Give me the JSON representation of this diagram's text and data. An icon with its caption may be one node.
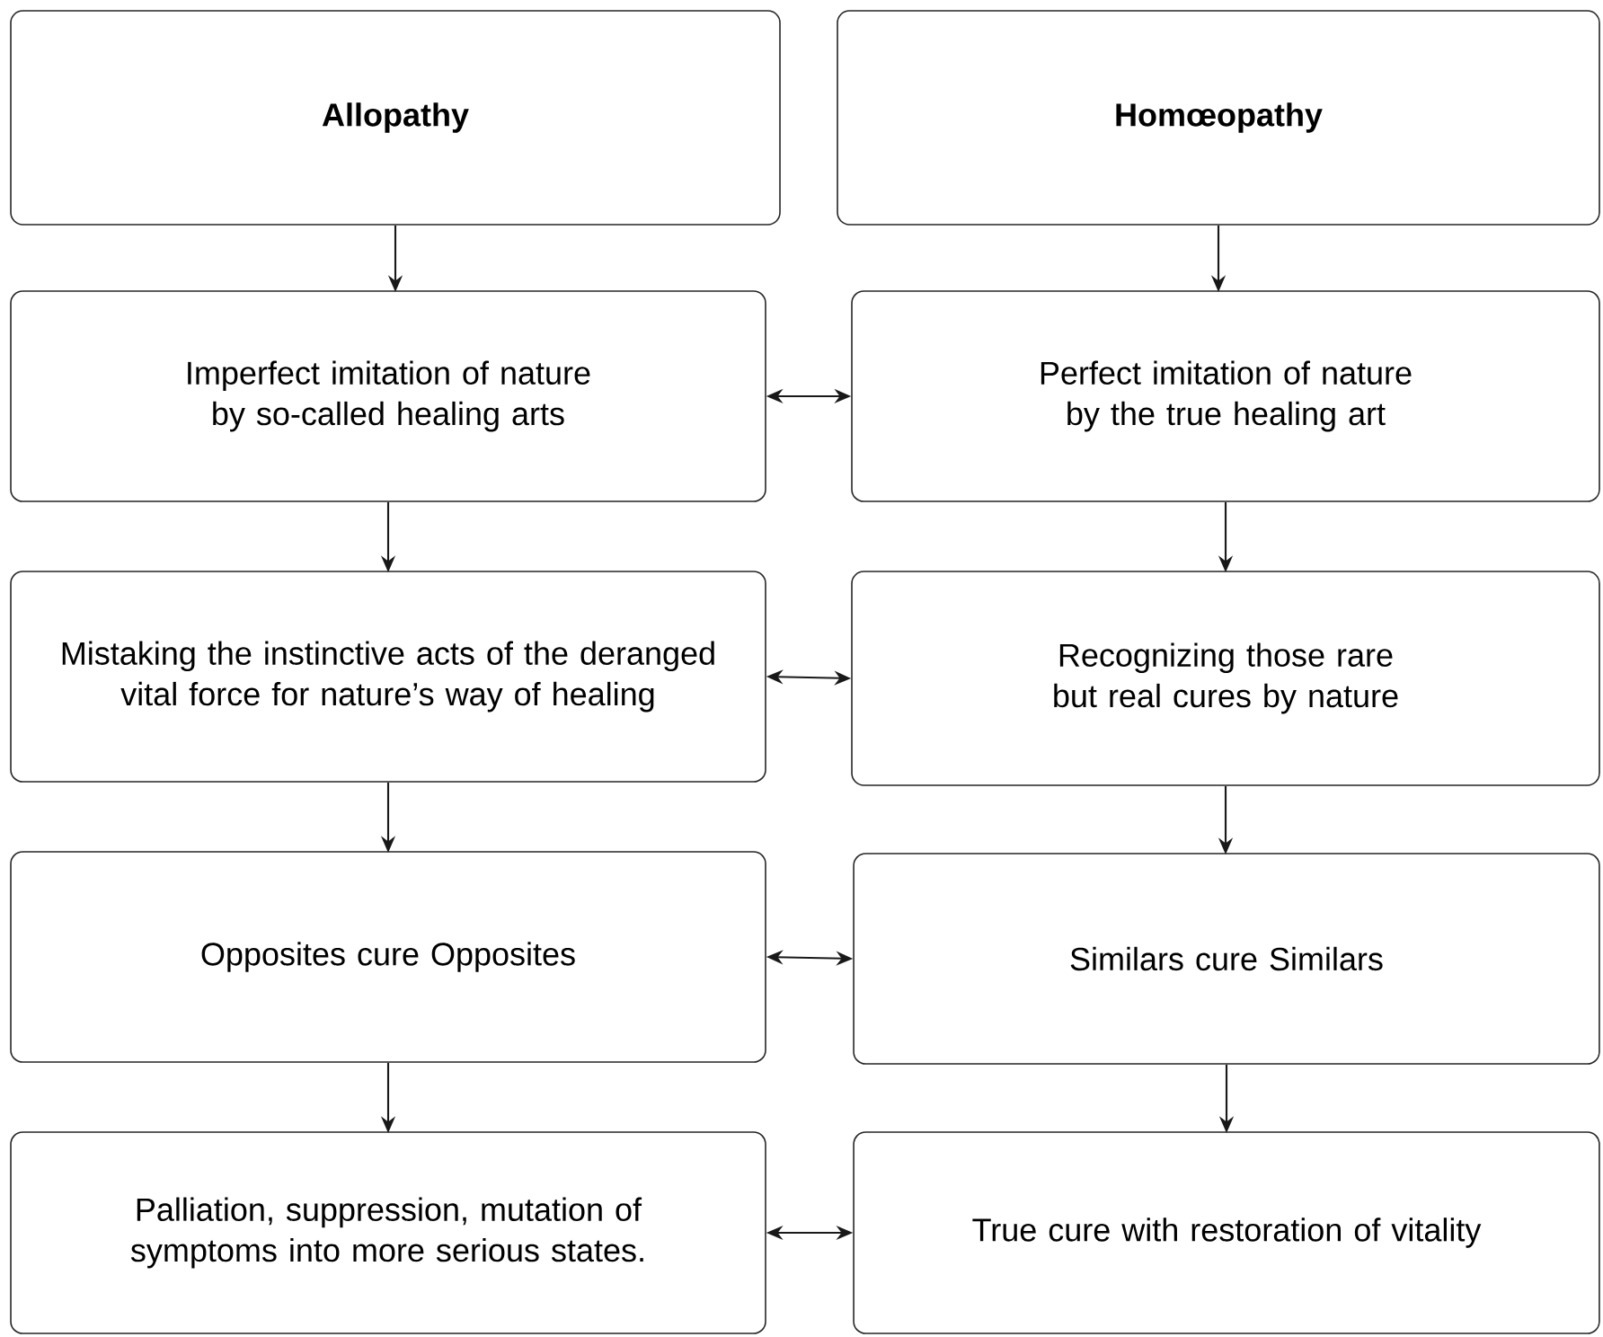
{
  "diagram": {
    "nodes": [
      {
        "text": [
          "Allopathy"
        ]
      },
      {
        "text": [
          "Homœopathy"
        ]
      },
      {
        "text": [
          "Imperfect imitation of nature by so-called healing arts"
        ]
      },
      {
        "text": [
          "Perfect imitation of nature by the true healing art"
        ]
      },
      {
        "text": [
          "Mistaking the instinctive acts of the deranged vital force for nature’s way of healing"
        ]
      },
      {
        "text": [
          "Recognizing those rare but real cures by nature"
        ]
      },
      {
        "text": [
          "Opposites cure Opposites"
        ]
      },
      {
        "text": [
          "Similars cure Similars"
        ]
      },
      {
        "text": [
          "Palliation, suppression, mutation of symptoms into more serious states."
        ]
      },
      {
        "text": [
          "True cure with restoration of vitality"
        ]
      }
    ],
    "edges": [
      {
        "from": 0,
        "to": 2,
        "arrow": "to"
      },
      {
        "from": 2,
        "to": 4,
        "arrow": "to"
      },
      {
        "from": 4,
        "to": 6,
        "arrow": "to"
      },
      {
        "from": 6,
        "to": 8,
        "arrow": "to"
      },
      {
        "from": 1,
        "to": 3,
        "arrow": "to"
      },
      {
        "from": 3,
        "to": 5,
        "arrow": "to"
      },
      {
        "from": 5,
        "to": 7,
        "arrow": "to"
      },
      {
        "from": 7,
        "to": 9,
        "arrow": "to"
      },
      {
        "from": 2,
        "to": 3,
        "arrow": "both"
      },
      {
        "from": 4,
        "to": 5,
        "arrow": "both"
      },
      {
        "from": 6,
        "to": 7,
        "arrow": "both"
      },
      {
        "from": 8,
        "to": 9,
        "arrow": "both"
      }
    ]
  }
}
